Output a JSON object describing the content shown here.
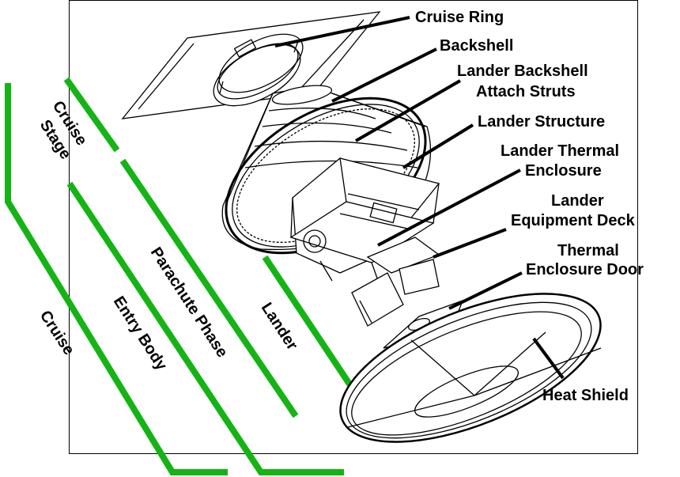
{
  "colors": {
    "phase_line": "#14b414",
    "ink": "#000000",
    "background": "#ffffff"
  },
  "labels": {
    "cruise_ring": "Cruise Ring",
    "backshell": "Backshell",
    "lander_backshell_attach_struts_1": "Lander Backshell",
    "lander_backshell_attach_struts_2": "Attach Struts",
    "lander_structure": "Lander Structure",
    "lander_thermal_enclosure_1": "Lander Thermal",
    "lander_thermal_enclosure_2": "Enclosure",
    "lander_equipment_deck_1": "Lander",
    "lander_equipment_deck_2": "Equipment Deck",
    "thermal_enclosure_door_1": "Thermal",
    "thermal_enclosure_door_2": "Enclosure Door",
    "heat_shield": "Heat Shield"
  },
  "phases": {
    "cruise_stage_1": "Cruise",
    "cruise_stage_2": "Stage",
    "parachute_phase": "Parachute Phase",
    "lander": "Lander",
    "entry_body": "Entry Body",
    "cruise": "Cruise"
  }
}
